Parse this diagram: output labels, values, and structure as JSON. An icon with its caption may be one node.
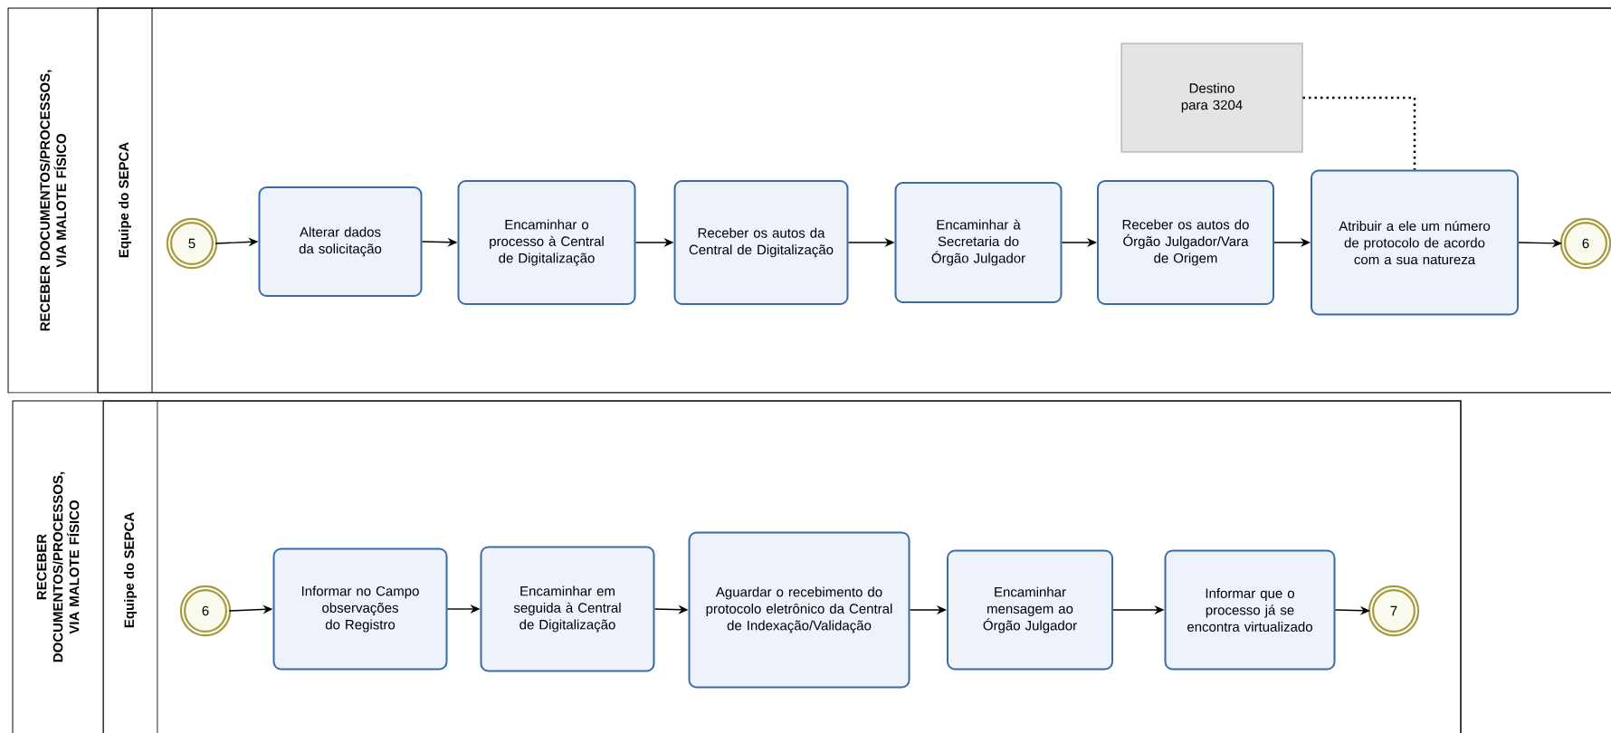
{
  "diagram": {
    "nodes": [
      {
        "text": [
          "RECEBER DOCUMENTOS/PROCESSOS, VIA MALOTE FÍSICO"
        ]
      },
      {
        "text": [
          "Equipe do SEPCA"
        ],
        "in": 0
      },
      {
        "text": [
          "5"
        ],
        "in": 1
      },
      {
        "text": [
          "Alterar dados da solicitação"
        ],
        "in": 1
      },
      {
        "text": [
          "Encaminhar o processo à Central de Digitalização"
        ],
        "in": 1
      },
      {
        "text": [
          "Receber os autos da Central de Digitalização"
        ],
        "in": 1
      },
      {
        "text": [
          "Encaminhar à Secretaria do Órgão Julgador"
        ],
        "in": 1
      },
      {
        "text": [
          "Receber os autos do Órgão Julgador/Vara de Origem"
        ],
        "in": 1
      },
      {
        "text": [
          "Atribuir a ele um número de protocolo de acordo com a sua natureza"
        ],
        "in": 1
      },
      {
        "text": [
          "6"
        ],
        "in": 1
      },
      {
        "text": [
          "Destino para 3204"
        ],
        "in": 1
      },
      {
        "text": [
          "RECEBER DOCUMENTOS/PROCESSOS, VIA MALOTE FÍSICO"
        ]
      },
      {
        "text": [
          "Equipe do SEPCA"
        ],
        "in": 11
      },
      {
        "text": [
          "6"
        ],
        "in": 12
      },
      {
        "text": [
          "Informar no Campo observações do Registro"
        ],
        "in": 12
      },
      {
        "text": [
          "Encaminhar em seguida à Central de Digitalização"
        ],
        "in": 12
      },
      {
        "text": [
          "Aguardar o recebimento do protocolo eletrônico da Central de Indexação/Validação"
        ],
        "in": 12
      },
      {
        "text": [
          "Encaminhar mensagem ao Órgão Julgador"
        ],
        "in": 12
      },
      {
        "text": [
          "Informar que o processo já se encontra virtualizado"
        ],
        "in": 12
      },
      {
        "text": [
          "7"
        ],
        "in": 12
      }
    ],
    "edges": [
      {
        "from": 2,
        "to": 3,
        "arrow": "to"
      },
      {
        "from": 3,
        "to": 4,
        "arrow": "to"
      },
      {
        "from": 4,
        "to": 5,
        "arrow": "to"
      },
      {
        "from": 5,
        "to": 6,
        "arrow": "to"
      },
      {
        "from": 6,
        "to": 7,
        "arrow": "to"
      },
      {
        "from": 7,
        "to": 8,
        "arrow": "to"
      },
      {
        "from": 8,
        "to": 9,
        "arrow": "to"
      },
      {
        "from": 10,
        "to": 8,
        "arrow": "none",
        "style": "dashed"
      },
      {
        "from": 13,
        "to": 14,
        "arrow": "to"
      },
      {
        "from": 14,
        "to": 15,
        "arrow": "to"
      },
      {
        "from": 15,
        "to": 16,
        "arrow": "to"
      },
      {
        "from": 16,
        "to": 17,
        "arrow": "to"
      },
      {
        "from": 17,
        "to": 18,
        "arrow": "to"
      },
      {
        "from": 18,
        "to": 19,
        "arrow": "to"
      }
    ]
  }
}
